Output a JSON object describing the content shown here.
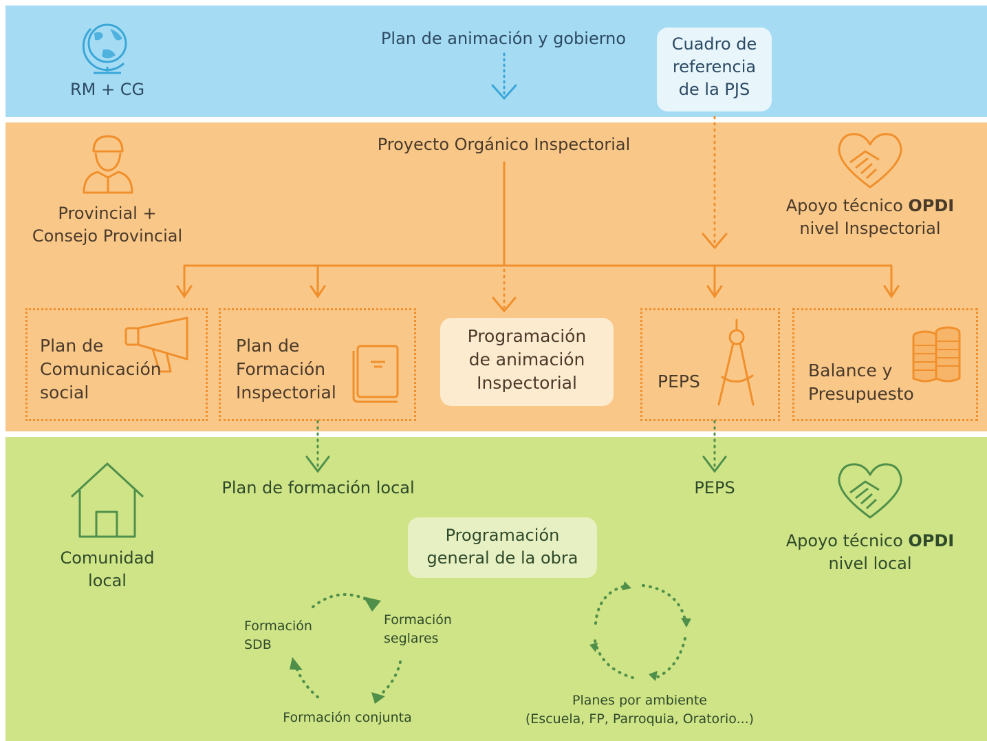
{
  "top": {
    "actor_label": "RM + CG",
    "plan_label": "Plan de animación y gobierno",
    "cuadro_lines": [
      "Cuadro de",
      "referencia",
      "de la PJS"
    ]
  },
  "middle": {
    "project_label": "Proyecto Orgánico Inspectorial",
    "actor_lines": [
      "Provincial +",
      "Consejo Provincial"
    ],
    "support": {
      "prefix": "Apoyo técnico ",
      "bold": "OPDI",
      "line2": "nivel Inspectorial"
    },
    "boxes": {
      "comunicacion": [
        "Plan de",
        "Comunicación",
        "social"
      ],
      "formacion": [
        "Plan de",
        "Formación",
        "Inspectorial"
      ],
      "programacion": [
        "Programación",
        "de animación",
        "Inspectorial"
      ],
      "peps": "PEPS",
      "balance": [
        "Balance y",
        "Presupuesto"
      ]
    }
  },
  "bottom": {
    "actor_lines": [
      "Comunidad",
      "local"
    ],
    "formacion_local": "Plan de formación local",
    "peps": "PEPS",
    "programacion_lines": [
      "Programación",
      "general de la obra"
    ],
    "support": {
      "prefix": "Apoyo técnico ",
      "bold": "OPDI",
      "line2": "nivel local"
    },
    "cycle_formacion": {
      "sdb": [
        "Formación",
        "SDB"
      ],
      "seglares": [
        "Formación",
        "seglares"
      ],
      "conjunta": "Formación conjunta"
    },
    "cycle_planes": {
      "line1": "Planes por ambiente",
      "line2": "(Escuela, FP, Parroquia, Oratorio...)"
    }
  },
  "colors": {
    "blue_band": "#a6dcf3",
    "orange_band": "#f9c889",
    "green_band": "#cfe487",
    "orange_accent": "#f08f2c",
    "blue_icon": "#3aa6d8",
    "green_icon": "#4f8f4a"
  },
  "icons": [
    "globe-icon",
    "person-icon",
    "handshake-heart-icon",
    "megaphone-icon",
    "book-icon",
    "compass-icon",
    "coins-icon",
    "house-icon"
  ]
}
